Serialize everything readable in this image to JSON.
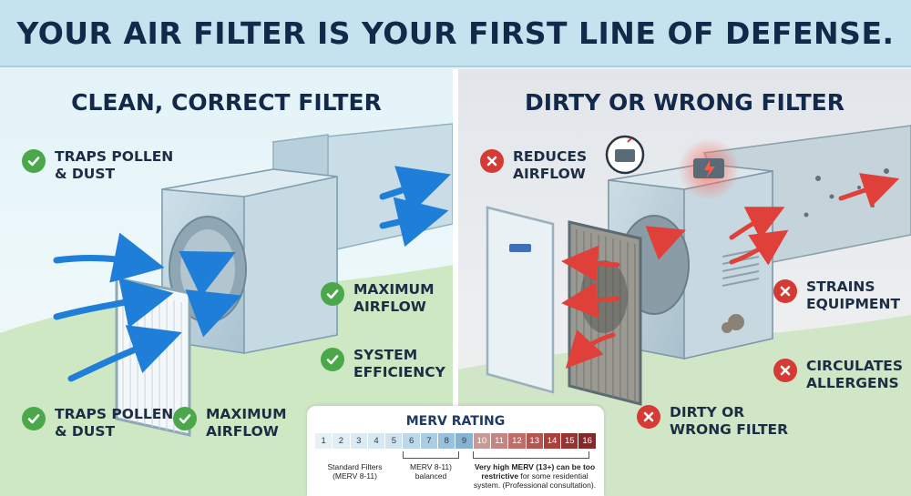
{
  "title": "YOUR AIR FILTER IS YOUR FIRST LINE OF DEFENSE.",
  "left_panel": {
    "heading": "CLEAN, CORRECT FILTER",
    "labels": [
      {
        "line1": "TRAPS POLLEN",
        "line2": "& DUST",
        "icon": "check-icon"
      },
      {
        "line1": "MAXIMUM",
        "line2": "AIRFLOW",
        "icon": "check-icon"
      },
      {
        "line1": "SYSTEM",
        "line2": "EFFICIENCY",
        "icon": "check-icon"
      },
      {
        "line1": "TRAPS POLLEN",
        "line2": "& DUST",
        "icon": "check-icon"
      },
      {
        "line1": "MAXIMUM",
        "line2": "AIRFLOW",
        "icon": "check-icon"
      }
    ]
  },
  "right_panel": {
    "heading": "DIRTY OR WRONG FILTER",
    "labels": [
      {
        "line1": "REDUCES",
        "line2": "AIRFLOW",
        "icon": "x-icon"
      },
      {
        "line1": "STRAINS",
        "line2": "EQUIPMENT",
        "icon": "x-icon"
      },
      {
        "line1": "CIRCULATES",
        "line2": "ALLERGENS",
        "icon": "x-icon"
      },
      {
        "line1": "DIRTY OR",
        "line2": "WRONG FILTER",
        "icon": "x-icon"
      }
    ]
  },
  "merv": {
    "title": "MERV RATING",
    "scale": [
      "1",
      "2",
      "3",
      "4",
      "5",
      "6",
      "7",
      "8",
      "9",
      "10",
      "11",
      "12",
      "13",
      "14",
      "15",
      "16"
    ],
    "note_standard_1": "Standard Filters",
    "note_standard_2": "(MERV 8-11)",
    "note_balanced_1": "MERV 8-11)",
    "note_balanced_2": "balanced",
    "note_high_1": "Very high MERV (13+) can be too",
    "note_high_2a": "restrictive",
    "note_high_2b": " for some residential",
    "note_high_3": "system. (Professional consultation)."
  },
  "colors": {
    "title_bg": "#c4e3ee",
    "heading_text": "#12294a",
    "check_green": "#4aa84a",
    "x_red": "#d63a35",
    "airflow_blue": "#1f7fd8",
    "airflow_red": "#e0403a"
  }
}
